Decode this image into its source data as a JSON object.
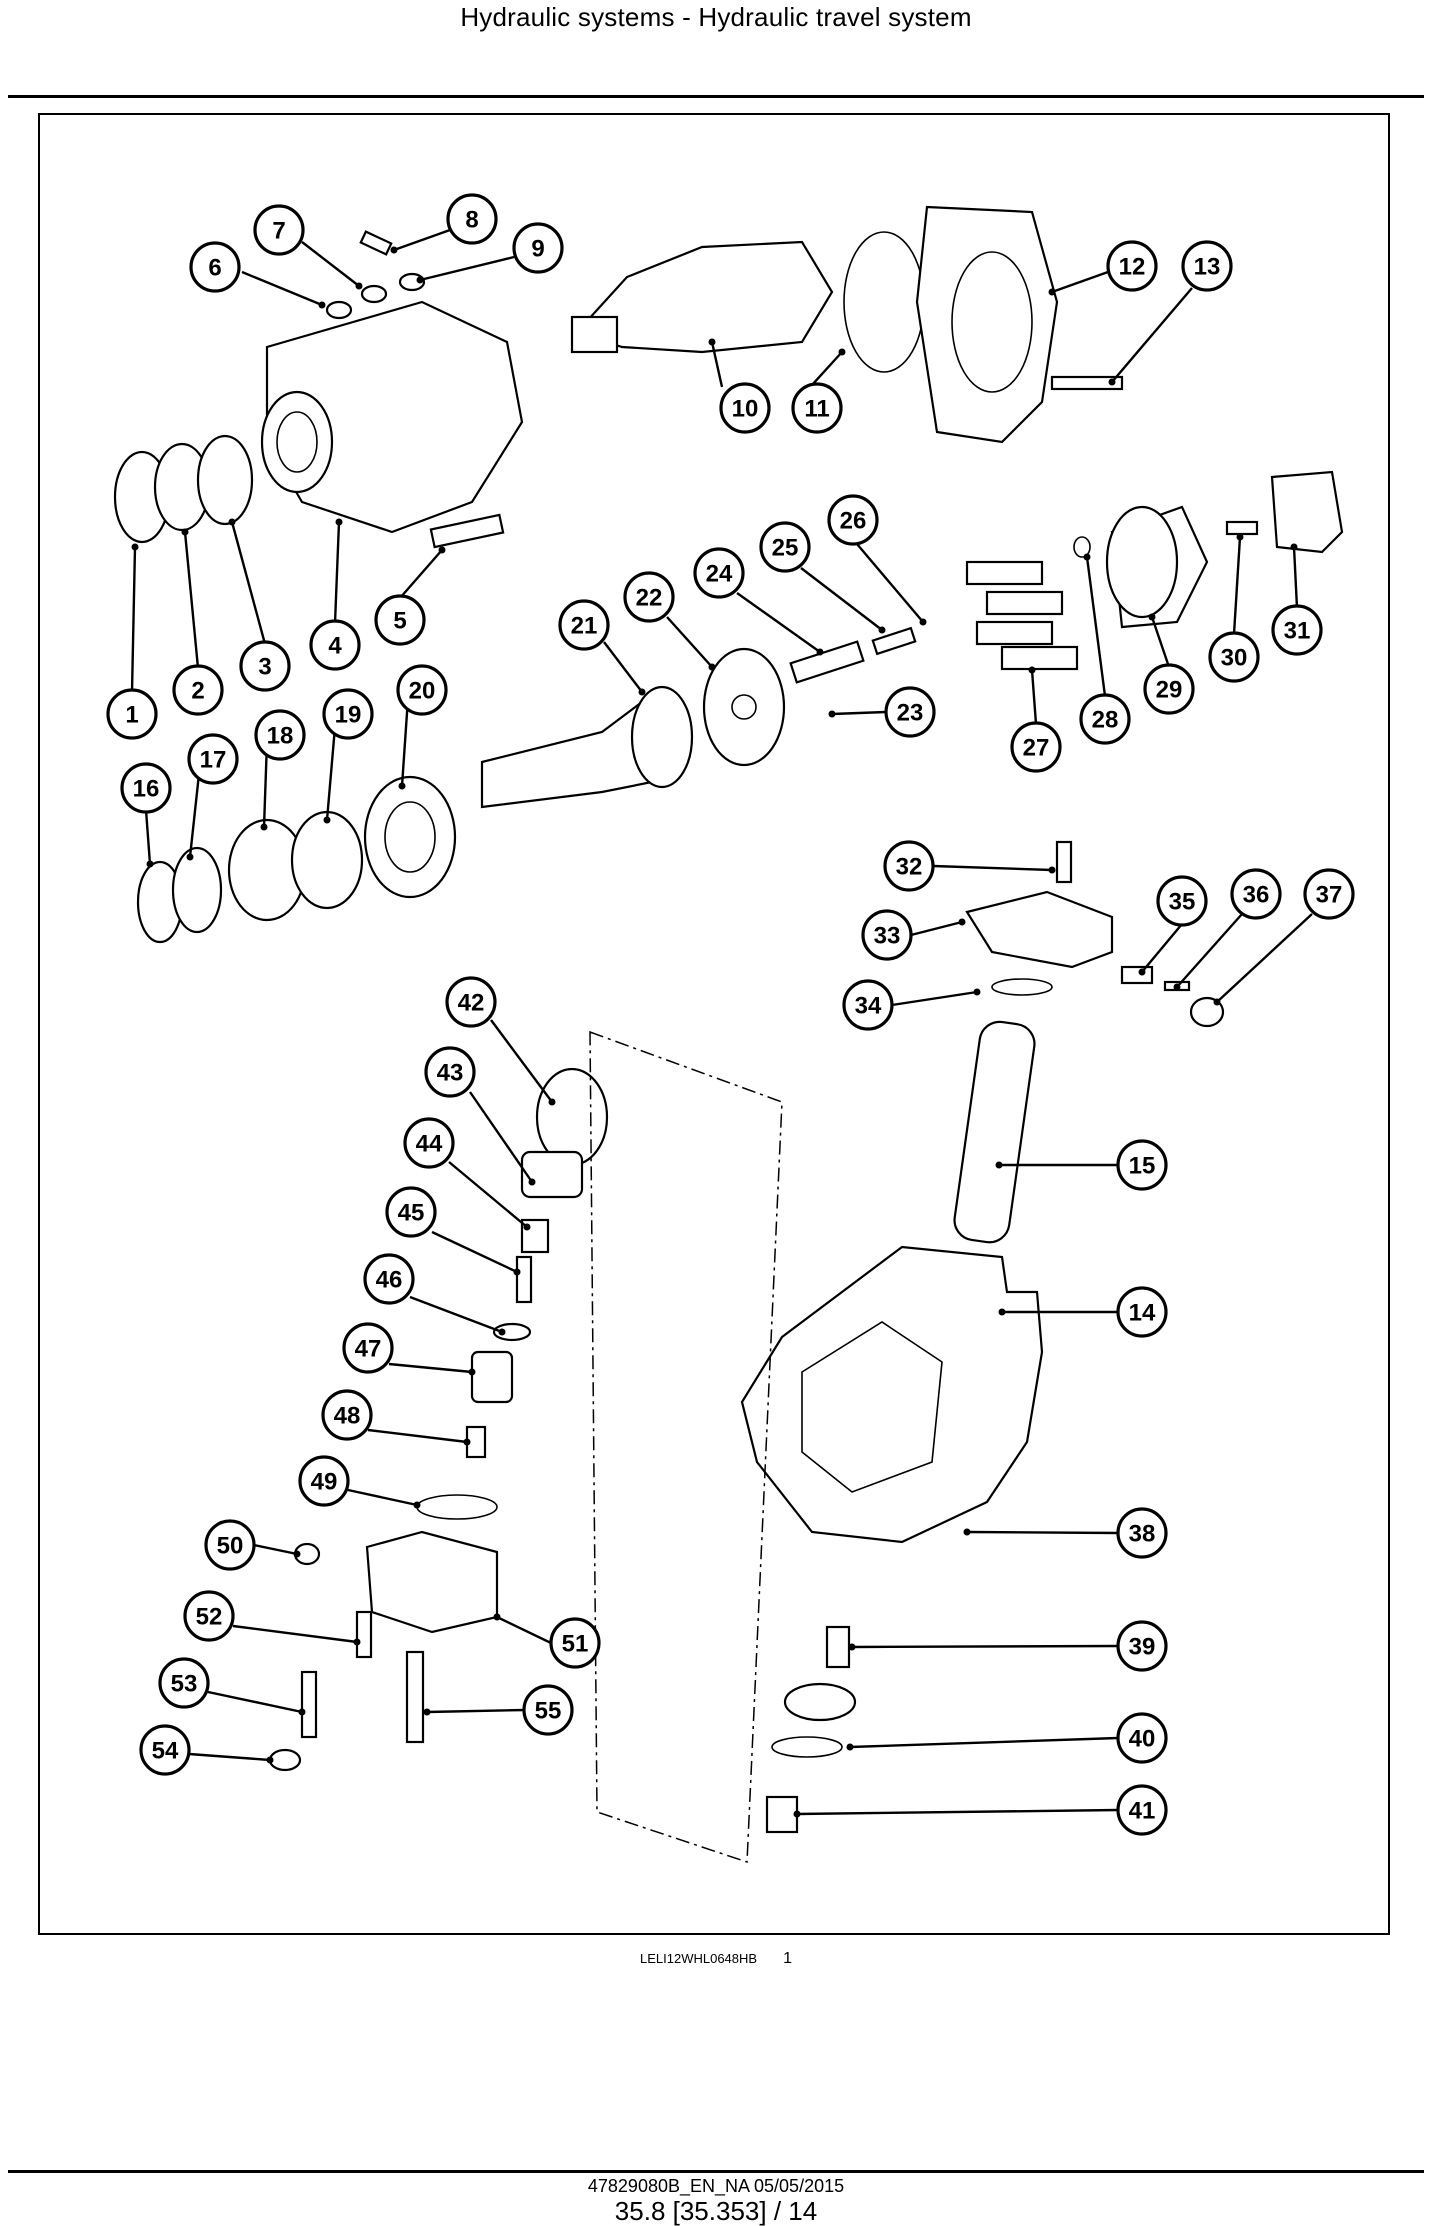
{
  "header": {
    "title": "Hydraulic systems - Hydraulic travel system"
  },
  "figure": {
    "image_code": "LELI12WHL0648HB",
    "figure_number": "1",
    "callouts": [
      "1",
      "2",
      "3",
      "4",
      "5",
      "6",
      "7",
      "8",
      "9",
      "10",
      "11",
      "12",
      "13",
      "14",
      "15",
      "16",
      "17",
      "18",
      "19",
      "20",
      "21",
      "22",
      "23",
      "24",
      "25",
      "26",
      "27",
      "28",
      "29",
      "30",
      "31",
      "32",
      "33",
      "34",
      "35",
      "36",
      "37",
      "38",
      "39",
      "40",
      "41",
      "42",
      "43",
      "44",
      "45",
      "46",
      "47",
      "48",
      "49",
      "50",
      "51",
      "52",
      "53",
      "54",
      "55"
    ]
  },
  "footer": {
    "document": "47829080B_EN_NA 05/05/2015",
    "page": "35.8 [35.353] / 14"
  }
}
